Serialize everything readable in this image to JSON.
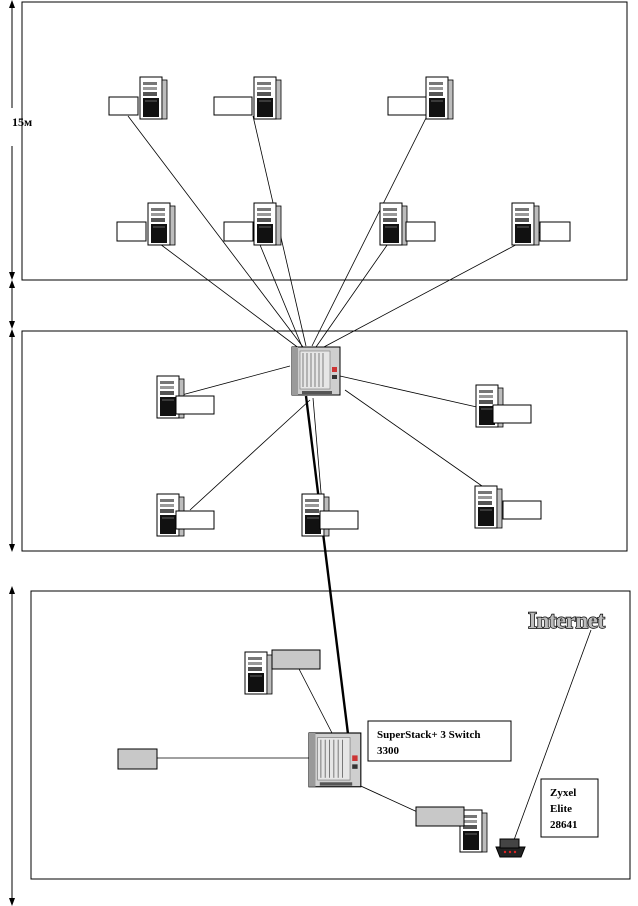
{
  "dimension": {
    "label": "15м"
  },
  "switch_label": {
    "line1": "SuperStack+ 3 Switch",
    "line2": "3300"
  },
  "modem_label": {
    "line1": "Zyxel",
    "line2": "Elite",
    "line3": "28641"
  },
  "internet": {
    "text": "Internet"
  }
}
